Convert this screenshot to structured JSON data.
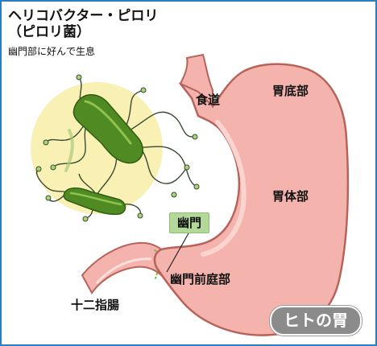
{
  "title": {
    "line1": "ヘリコバクター・ピロリ",
    "line2": "（ピロリ菌）",
    "caption": "幽門部に好んで生息"
  },
  "labels": {
    "esophagus": "食道",
    "fundus": "胃底部",
    "body": "胃体部",
    "pylorus": "幽門",
    "antrum": "幽門前庭部",
    "duodenum": "十二指腸"
  },
  "badge": "ヒトの胃",
  "colors": {
    "frame": "#2a7fc2",
    "stomach_fill": "#f4b4ad",
    "stomach_outline": "#b8625a",
    "bacteria_bg": "#f9f1b3",
    "bacteria": "#4f8a22",
    "pylorus_label_bg": "#b2d99a",
    "badge_bg": "#8b8b8b"
  }
}
